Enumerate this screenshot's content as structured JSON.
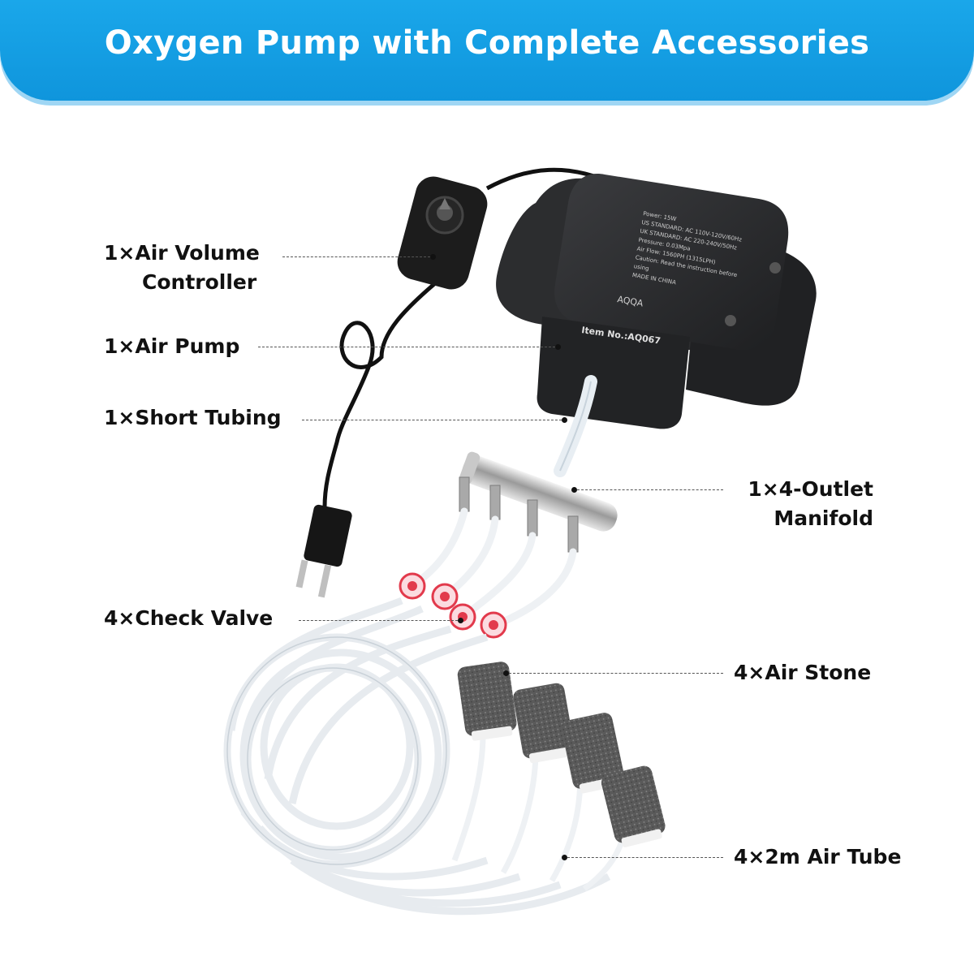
{
  "banner": {
    "title": "Oxygen Pump with Complete Accessories"
  },
  "labels": {
    "air_volume_controller_1": "1×Air Volume",
    "air_volume_controller_2": "Controller",
    "air_pump": "1×Air Pump",
    "short_tubing": "1×Short Tubing",
    "manifold_1": "1×4-Outlet",
    "manifold_2": "Manifold",
    "check_valve": "4×Check Valve",
    "air_stone": "4×Air Stone",
    "air_tube": "4×2m Air Tube"
  },
  "pump": {
    "spec_lines": [
      "Power: 15W",
      "US STANDARD: AC 110V-120V/60Hz",
      "UK STANDARD: AC 220-240V/50Hz",
      "Pressure: 0.03Mpa",
      "Air Flow: 1560PH (1315LPH)",
      "Caution: Read the instruction before",
      "using",
      "MADE IN CHINA"
    ],
    "brand": "AQQA",
    "item_no": "Item No.:AQ067"
  },
  "colors": {
    "banner": "#0f95dc",
    "pump_body": "#2f3032",
    "label_text": "#111111"
  }
}
